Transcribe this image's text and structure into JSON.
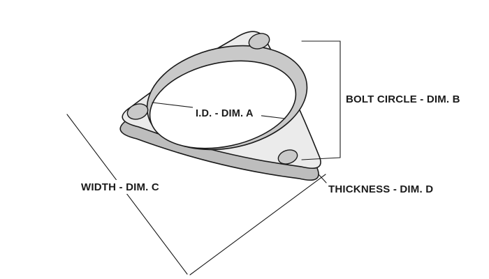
{
  "labels": {
    "id": "I.D. - DIM. A",
    "bolt_circle": "BOLT CIRCLE - DIM. B",
    "width": "WIDTH - DIM. C",
    "thickness": "THICKNESS - DIM. D"
  },
  "colors": {
    "background": "#ffffff",
    "outline": "#1a1a1a",
    "flange_top": "#ebebeb",
    "flange_side": "#bdbdbd",
    "bore_wall": "#c9c9c9",
    "bore_opening": "#ffffff",
    "bolt_hole": "#c9c9c9"
  }
}
